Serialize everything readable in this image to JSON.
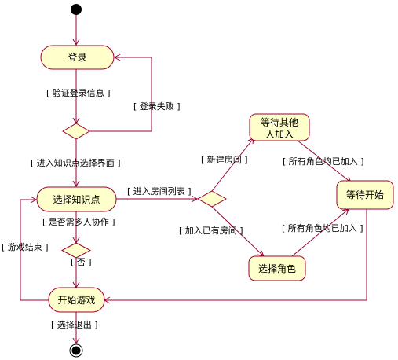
{
  "nodes": {
    "login": "登录",
    "select_point": "选择知识点",
    "start_game": "开始游戏",
    "wait_others_line1": "等待其他",
    "wait_others_line2": "人加入",
    "wait_start": "等待开始",
    "select_role": "选择角色"
  },
  "guards": {
    "verify_login": "[ 验证登录信息 ]",
    "login_failed": "[ 登录失败 ]",
    "enter_select_screen": "[ 进入知识点选择界面 ]",
    "enter_room_list": "[ 进入房间列表 ]",
    "need_multiplayer": "[ 是否需多人协作 ]",
    "no": "[ 否 ]",
    "game_over": "[ 游戏结束 ]",
    "create_room": "[ 新建房间 ]",
    "join_room": "[ 加入已有房间 ]",
    "all_roles_joined_top": "[ 所有角色均已加入 ]",
    "all_roles_joined_bottom": "[ 所有角色均已加入 ]",
    "select_exit": "[ 选择退出 ]"
  },
  "colors": {
    "node_fill": "#ffffcc",
    "line": "#990033",
    "pseudo_state": "#000000"
  }
}
